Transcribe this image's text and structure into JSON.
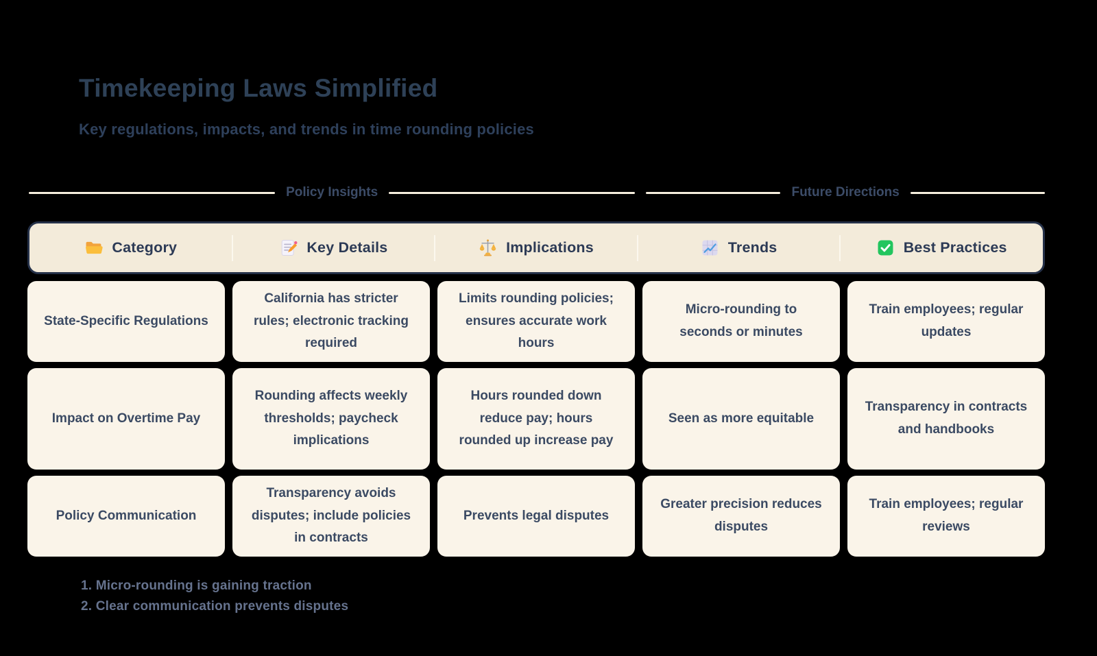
{
  "header": {
    "title": "Timekeeping Laws Simplified",
    "subtitle": "Key regulations, impacts, and trends in time rounding policies"
  },
  "sections": {
    "left_label": "Policy Insights",
    "right_label": "Future Directions"
  },
  "table": {
    "columns": [
      {
        "label": "Category",
        "icon": "folder-icon"
      },
      {
        "label": "Key Details",
        "icon": "memo-icon"
      },
      {
        "label": "Implications",
        "icon": "scales-icon"
      },
      {
        "label": "Trends",
        "icon": "chart-increasing-icon"
      },
      {
        "label": "Best Practices",
        "icon": "check-mark-icon"
      }
    ],
    "rows": [
      {
        "cells": [
          "State-Specific Regulations",
          "California has stricter rules; electronic tracking required",
          "Limits rounding policies; ensures accurate work hours",
          "Micro-rounding to seconds or minutes",
          "Train employees; regular updates"
        ]
      },
      {
        "cells": [
          "Impact on Overtime Pay",
          "Rounding affects weekly thresholds; paycheck implications",
          "Hours rounded down reduce pay; hours rounded up increase pay",
          "Seen as more equitable",
          "Transparency in contracts and handbooks"
        ]
      },
      {
        "cells": [
          "Policy Communication",
          "Transparency avoids disputes; include policies in contracts",
          "Prevents legal disputes",
          "Greater precision reduces disputes",
          "Train employees; regular reviews"
        ]
      }
    ]
  },
  "notes": [
    "1. Micro-rounding is gaining traction",
    "2. Clear communication prevents disputes"
  ],
  "colors": {
    "background": "#000000",
    "title_text": "#2e4157",
    "body_text": "#3b4a63",
    "header_bg": "#f3ebda",
    "header_border": "#253149",
    "cell_bg": "#faf4e9",
    "section_line": "#f6eedd",
    "note_text": "#66738e",
    "folder_yellow": "#fbbe3c",
    "check_green": "#22c55e",
    "trend_blue": "#4d9de0"
  }
}
